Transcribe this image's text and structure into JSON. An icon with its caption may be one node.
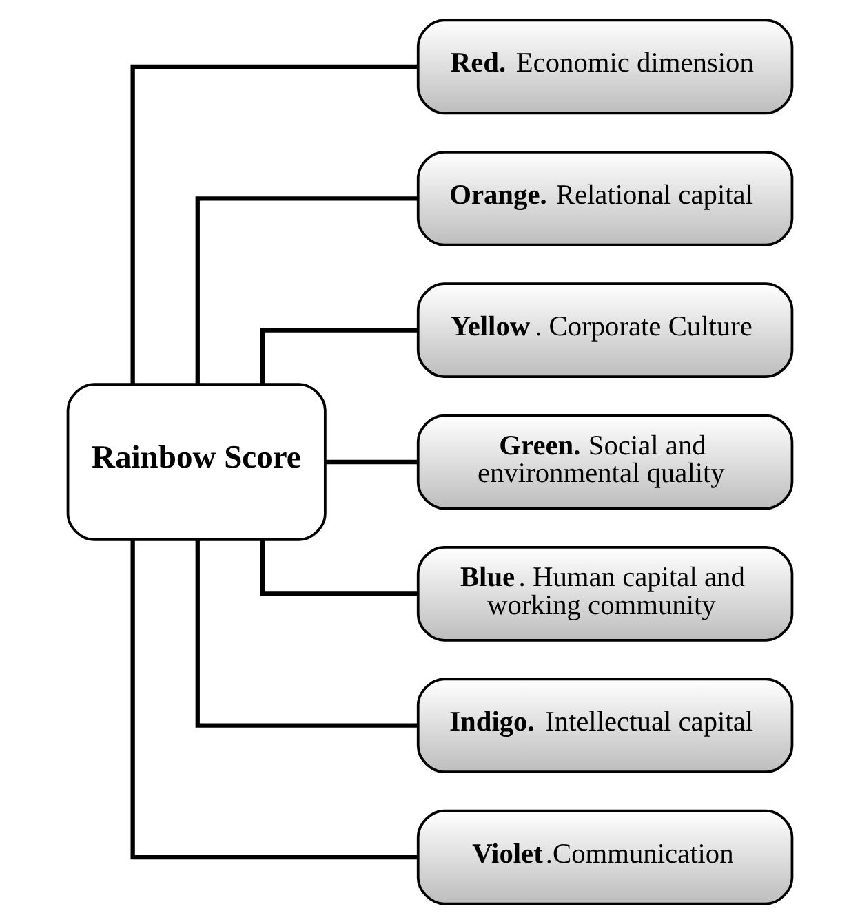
{
  "diagram": {
    "nodes": [
      {
        "text": [
          "Rainbow Score"
        ]
      },
      {
        "text": [
          "**Red.** Economic dimension"
        ]
      },
      {
        "text": [
          "**Orange.** Relational capital"
        ]
      },
      {
        "text": [
          "**Yellow**. Corporate Culture"
        ]
      },
      {
        "text": [
          "**Green.** Social and environmental quality"
        ]
      },
      {
        "text": [
          "**Blue**. Human capital and working community"
        ]
      },
      {
        "text": [
          "**Indigo.** Intellectual capital"
        ]
      },
      {
        "text": [
          "**Violet**.Communication"
        ]
      }
    ],
    "edges": [
      {
        "from": 0,
        "to": 1,
        "arrow": "none"
      },
      {
        "from": 0,
        "to": 2,
        "arrow": "none"
      },
      {
        "from": 0,
        "to": 3,
        "arrow": "none"
      },
      {
        "from": 0,
        "to": 4,
        "arrow": "none"
      },
      {
        "from": 0,
        "to": 5,
        "arrow": "none"
      },
      {
        "from": 0,
        "to": 6,
        "arrow": "none"
      },
      {
        "from": 0,
        "to": 7,
        "arrow": "none"
      }
    ]
  }
}
